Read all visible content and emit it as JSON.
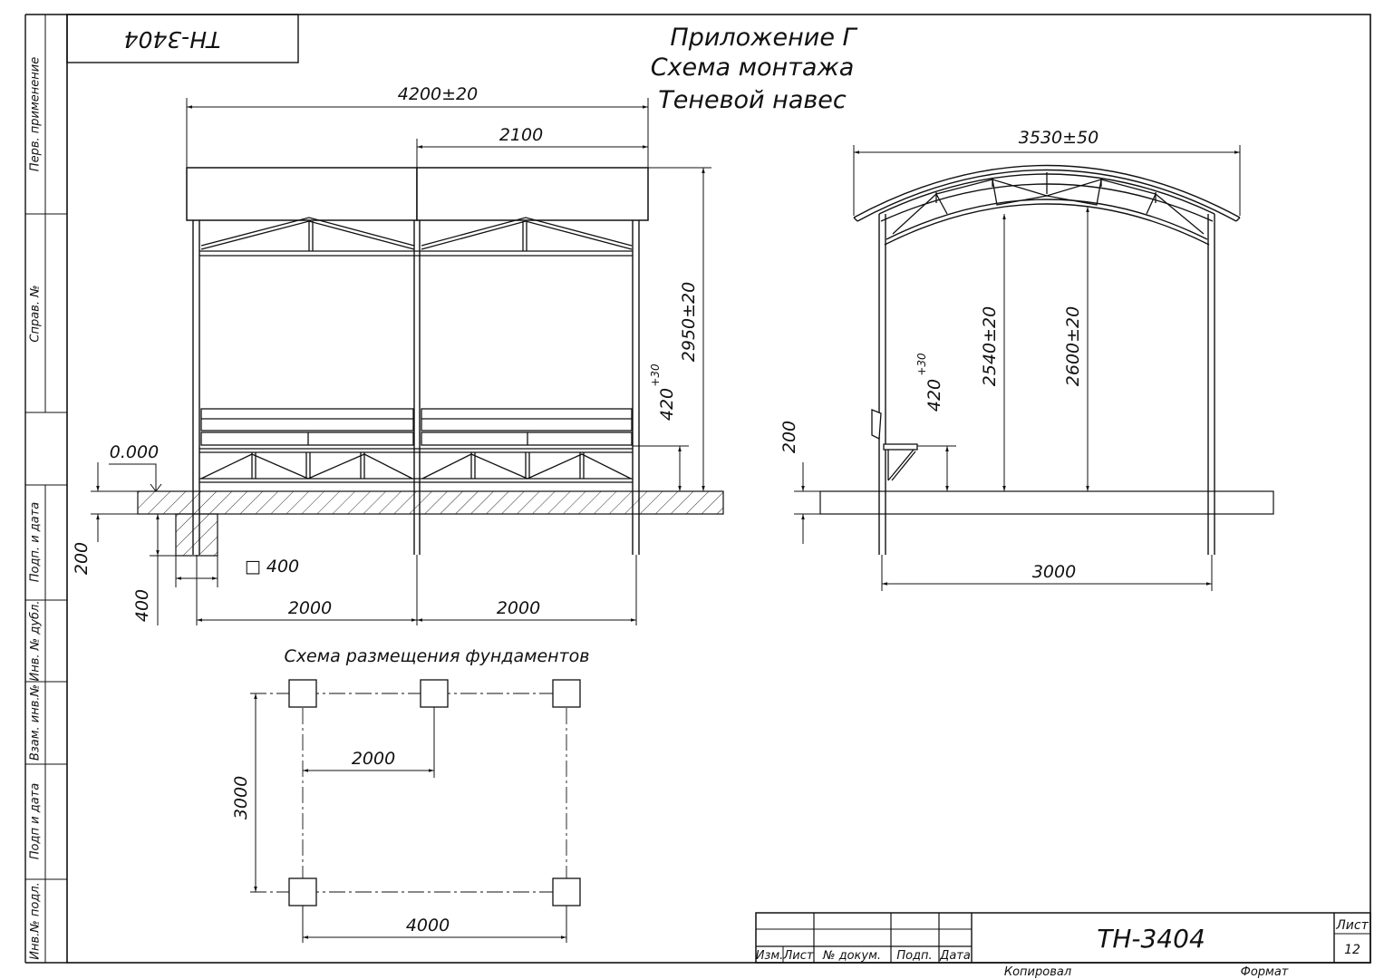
{
  "stamp_code": "ТН-3404",
  "title": {
    "line1": "Приложение Г",
    "line2": "Схема монтажа",
    "line3": "Теневой навес"
  },
  "side_strip": {
    "perv_primenenie": "Перв. применение",
    "sprav_no": "Справ. №",
    "podp_i_data_1": "Подп. и дата",
    "inv_no_dubl": "Инв. № дубл.",
    "vzam_inv_no": "Взам. инв.№",
    "podp_i_data_2": "Подп и дата",
    "inv_no_podl": "Инв.№ подл."
  },
  "front_view": {
    "dim_overall_width": "4200±20",
    "dim_half_width": "2100",
    "dim_total_height": "2950±20",
    "dim_seat_height": "420",
    "dim_seat_tolerance": "+30",
    "level_mark": "0.000",
    "dim_slab_thickness": "200",
    "dim_foundation_depth": "400",
    "dim_foundation_size": "□ 400",
    "dim_span_left": "2000",
    "dim_span_right": "2000"
  },
  "side_view": {
    "dim_overall_width": "3530±50",
    "dim_span": "3000",
    "dim_height_low": "2540±20",
    "dim_height_high": "2600±20",
    "dim_seat_height": "420",
    "dim_seat_tolerance": "+30",
    "dim_slab_thickness": "200"
  },
  "foundation_plan": {
    "title": "Схема размещения фундаментов",
    "dim_spacing": "2000",
    "dim_depth": "3000",
    "dim_length": "4000"
  },
  "title_block": {
    "code": "ТН-3404",
    "col_izm_list": "Изм.",
    "col_list": "Лист",
    "col_doc_no": "№ докум.",
    "col_podp": "Подп.",
    "col_date": "Дата",
    "sheet_label": "Лист",
    "sheet_number": "12",
    "kopiroval": "Копировал",
    "format": "Формат"
  }
}
